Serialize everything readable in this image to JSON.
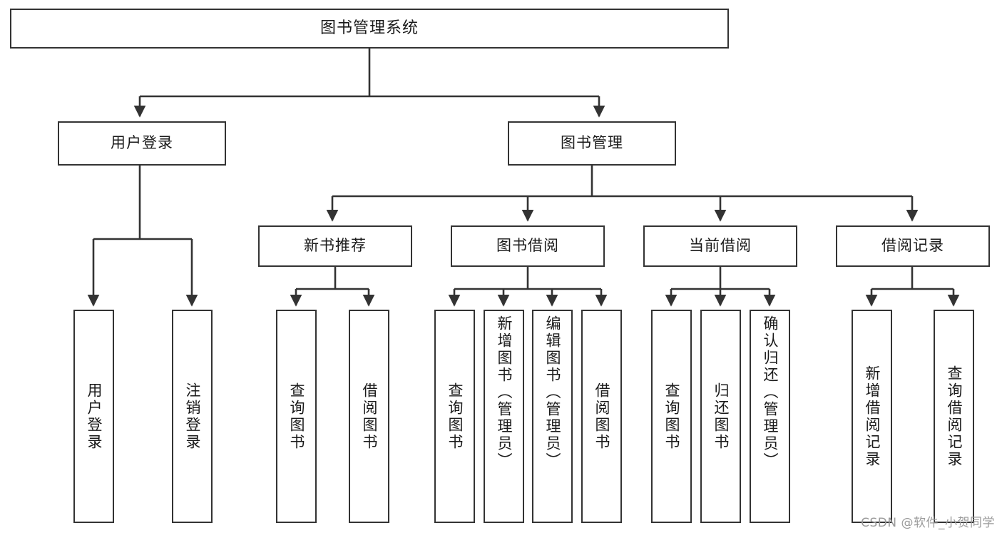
{
  "diagram": {
    "title": "图书管理系统",
    "watermark": "CSDN @软件_小贺同学",
    "stroke_color": "#333333",
    "background_color": "#ffffff",
    "text_color": "#1a1a1a",
    "root": {
      "label": "图书管理系统"
    },
    "level2": [
      {
        "id": "user-login",
        "label": "用户登录"
      },
      {
        "id": "book-management",
        "label": "图书管理"
      }
    ],
    "level3": [
      {
        "id": "new-book-recommend",
        "label": "新书推荐",
        "parent": "book-management"
      },
      {
        "id": "book-borrow",
        "label": "图书借阅",
        "parent": "book-management"
      },
      {
        "id": "current-borrow",
        "label": "当前借阅",
        "parent": "book-management"
      },
      {
        "id": "borrow-record",
        "label": "借阅记录",
        "parent": "book-management"
      }
    ],
    "leaves": [
      {
        "id": "leaf-user-login",
        "label": "用户登录",
        "parent": "user-login"
      },
      {
        "id": "leaf-logout-login",
        "label": "注销登录",
        "parent": "user-login"
      },
      {
        "id": "leaf-query-book-1",
        "label": "查询图书",
        "parent": "new-book-recommend"
      },
      {
        "id": "leaf-borrow-book-1",
        "label": "借阅图书",
        "parent": "new-book-recommend"
      },
      {
        "id": "leaf-query-book-2",
        "label": "查询图书",
        "parent": "book-borrow"
      },
      {
        "id": "leaf-add-book",
        "label": "新增图书（管理员）",
        "parent": "book-borrow"
      },
      {
        "id": "leaf-edit-book",
        "label": "编辑图书（管理员）",
        "parent": "book-borrow"
      },
      {
        "id": "leaf-borrow-book-2",
        "label": "借阅图书",
        "parent": "book-borrow"
      },
      {
        "id": "leaf-query-book-3",
        "label": "查询图书",
        "parent": "current-borrow"
      },
      {
        "id": "leaf-return-book",
        "label": "归还图书",
        "parent": "current-borrow"
      },
      {
        "id": "leaf-confirm-return",
        "label": "确认归还（管理员）",
        "parent": "current-borrow"
      },
      {
        "id": "leaf-add-borrow-record",
        "label": "新增借阅记录",
        "parent": "borrow-record"
      },
      {
        "id": "leaf-query-borrow-record",
        "label": "查询借阅记录",
        "parent": "borrow-record"
      }
    ]
  }
}
